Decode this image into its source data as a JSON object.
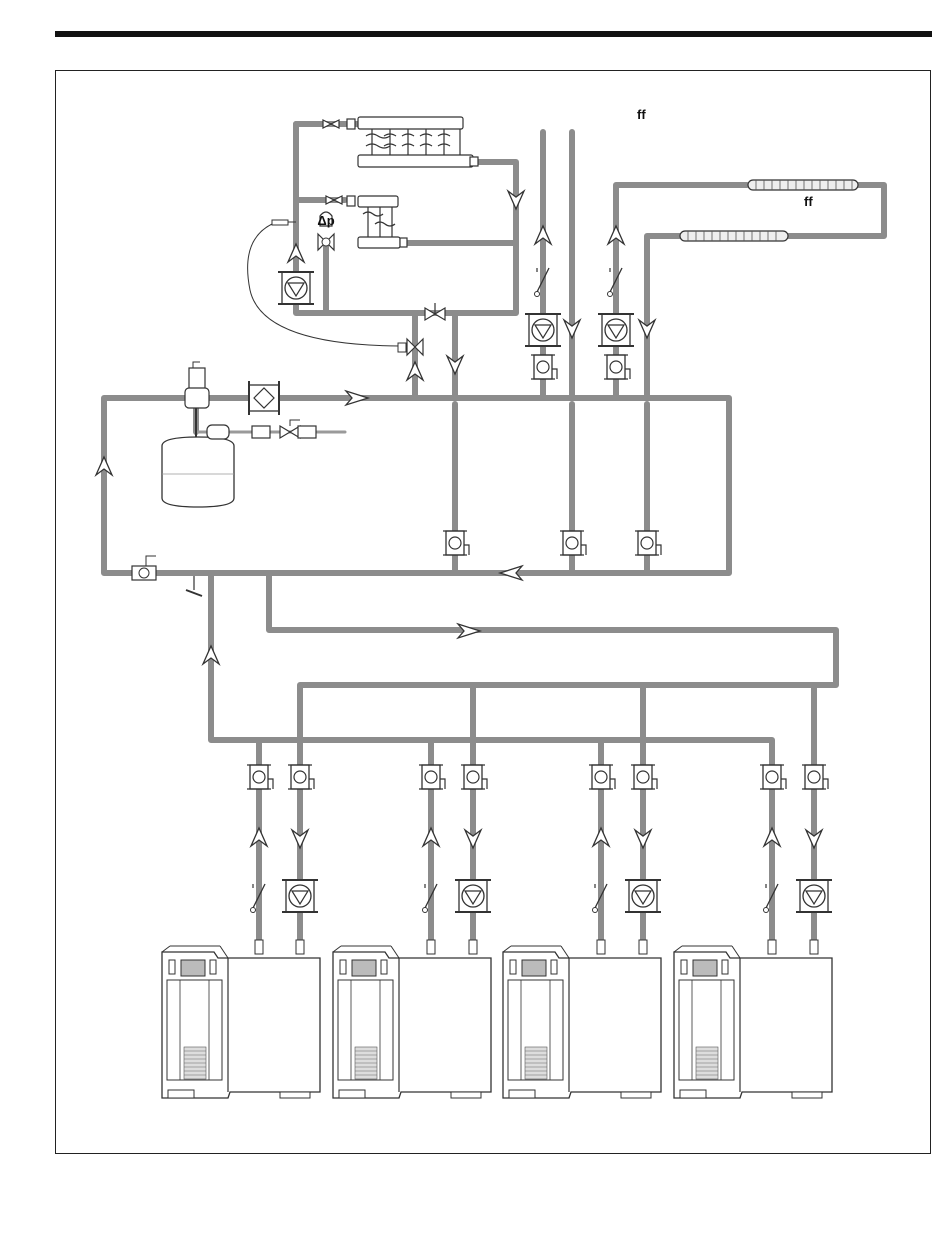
{
  "diagram": {
    "labels": {
      "top_label": "ff",
      "coil_label": "ff",
      "dp_label": "Δp"
    },
    "colors": {
      "pipe": "#8c8c8c",
      "outline": "#333333",
      "boiler_fill": "#ffffff"
    },
    "boilers": [
      {
        "name": "boiler-1"
      },
      {
        "name": "boiler-2"
      },
      {
        "name": "boiler-3"
      },
      {
        "name": "boiler-4"
      }
    ]
  }
}
